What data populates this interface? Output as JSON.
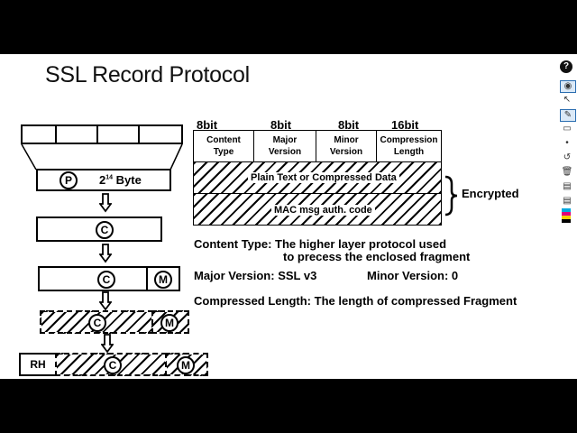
{
  "slide": {
    "title": "SSL Record Protocol",
    "diagram": {
      "p_mark": "P",
      "byte_label_base": "2",
      "byte_label_exp": "14",
      "byte_label_suffix": " Byte",
      "c_mark": "C",
      "m_mark": "M",
      "rh_label": "RH"
    },
    "header_bits": [
      "8bit",
      "8bit",
      "8bit",
      "16bit"
    ],
    "header_fields": [
      {
        "line1": "Content",
        "line2": "Type"
      },
      {
        "line1": "Major",
        "line2": "Version"
      },
      {
        "line1": "Minor",
        "line2": "Version"
      },
      {
        "line1": "Compression",
        "line2": "Length"
      }
    ],
    "plain_text_label": "Plain Text or Compressed Data",
    "mac_label": "MAC msg auth. code",
    "encrypted_label": "Encrypted",
    "descriptions": {
      "content_type_line1": "Content Type:  The  higher layer protocol used",
      "content_type_line2": "to precess the enclosed fragment",
      "major_version": "Major Version: SSL v3",
      "minor_version": "Minor Version: 0",
      "compressed_length": "Compressed Length: The length of compressed Fragment"
    }
  },
  "toolbar": {
    "icons": [
      "help-icon",
      "eye-icon",
      "pointer-icon",
      "pen-icon",
      "highlighter-icon",
      "dot-icon",
      "undo-icon",
      "trash-icon",
      "clipboard-icon",
      "clipboard2-icon",
      "color-palette-icon"
    ],
    "colors": {
      "palette_cyan": "#00a8e0",
      "palette_magenta": "#e0007a",
      "palette_yellow": "#f5d000",
      "palette_black": "#000000"
    }
  }
}
